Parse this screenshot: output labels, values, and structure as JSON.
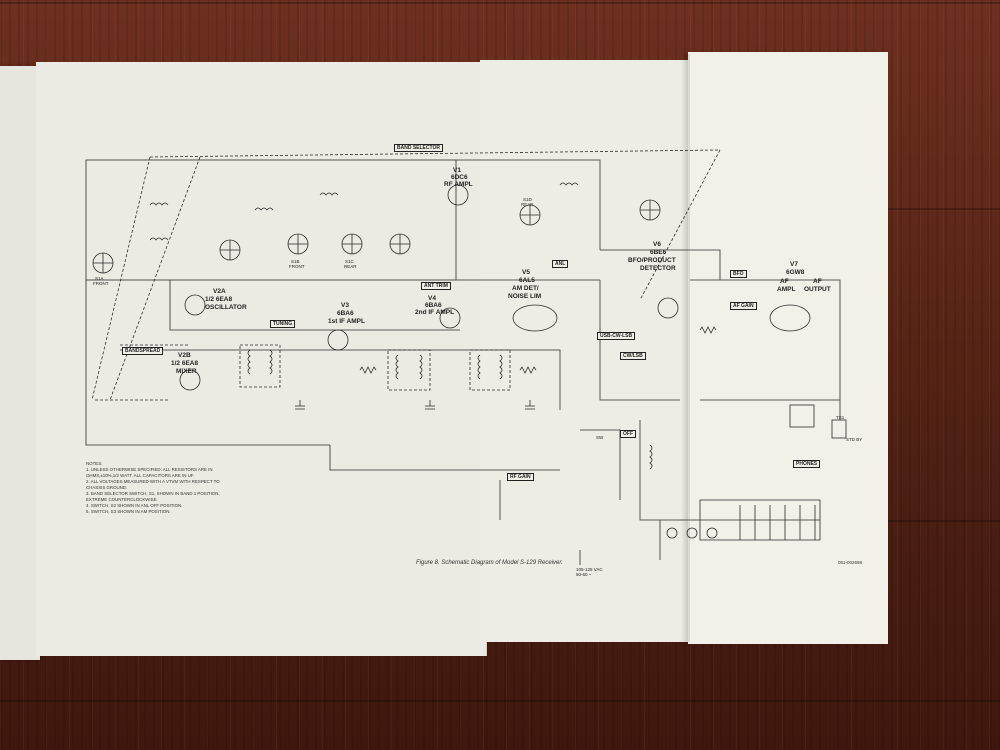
{
  "labels": {
    "band_selector": "BAND SELECTOR",
    "bandspread": "BANDSPREAD",
    "tuning": "TUNING",
    "v1": "V1",
    "v1_type": "6DC6",
    "v1_func": "RF AMPL",
    "v2a": "V2A",
    "v2a_type": "1/2 6EA8",
    "v2a_func": "OSCILLATOR",
    "v2b": "V2B",
    "v2b_type": "1/2 6EA8",
    "v2b_func": "MIXER",
    "v3": "V3",
    "v3_type": "6BA6",
    "v3_func": "1st IF AMPL",
    "v4": "V4",
    "v4_type": "6BA6",
    "v4_func": "2nd IF AMPL",
    "v5": "V5",
    "v5_type": "6AL5",
    "v5_func1": "AM DET/",
    "v5_func2": "NOISE LIM",
    "v6": "V6",
    "v6_type": "6BE6",
    "v6_func1": "BFO/PRODUCT",
    "v6_func2": "DETECTOR",
    "v7": "V7",
    "v7_type": "6GW8",
    "v7_func1": "AF",
    "v7_func2": "AMPL",
    "v7_func3": "AF",
    "v7_func4": "OUTPUT",
    "s1a": "S1A",
    "s1a_pos": "FRONT",
    "s1b": "S1B",
    "s1b_pos": "FRONT",
    "s1c": "S1C",
    "s1c_pos": "REAR",
    "s1d": "S1D",
    "s1d_pos": "REAR",
    "ant_trim": "ANT TRIM",
    "rf_gain": "RF GAIN",
    "anl": "ANL",
    "phones": "PHONES",
    "off": "OFF",
    "bfo": "BFO",
    "af_gain": "AF GAIN",
    "sw": "SW",
    "sw_cw_lsb": "USB-CW-LSB",
    "cw_usb": "CW/LSB",
    "sto_by": "STD BY",
    "ac": "105-125 VAC 50-60 ~",
    "ts1": "TS1"
  },
  "notes": {
    "heading": "NOTES:",
    "n1": "1. UNLESS OTHERWISE SPECIFIED: ALL RESISTORS ARE IN OHMS,±10%,1/2 WATT. ALL CAPACITORS ARE IN UF.",
    "n2": "2. ALL VOLTAGES MEASURED WITH A VTVM WITH RESPECT TO CHASSIS GROUND.",
    "n3": "3. BAND SELECTOR SWITCH, S1, SHOWN IN BAND 1 POSITION, EXTREME COUNTERCLOCKWISE.",
    "n4": "4. SWITCH, S2 SHOWN IN ANL OFF POSITION.",
    "n5": "5. SWITCH, S3 SHOWN IN AM POSITION."
  },
  "caption": "Figure 8. Schematic Diagram of Model S-129 Receiver.",
  "part_number": "051-002698"
}
